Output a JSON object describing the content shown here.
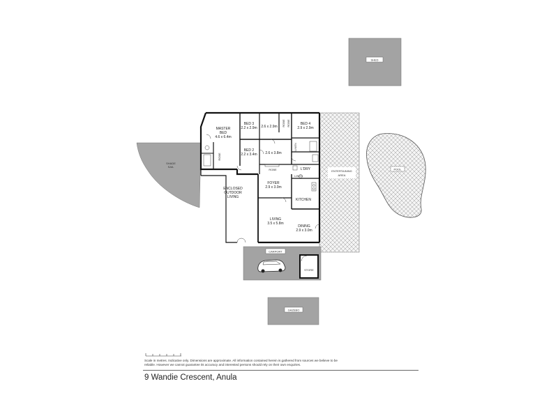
{
  "rooms": {
    "shed": "SHED",
    "pool": "POOL",
    "shade_sail": [
      "SHADE",
      "SAIL"
    ],
    "master_bed": [
      "MASTER",
      "BED",
      "4.6 x 6.4m"
    ],
    "bed3": [
      "BED 3",
      "2.2 x 2.9m"
    ],
    "bed3_b": "2.6 x 2.9m",
    "bed4": [
      "BED 4",
      "2.9 x 2.9m"
    ],
    "bed2": [
      "BED 2",
      "2.2 x 3.4m"
    ],
    "bed2_b": "2.6 x 3.8m",
    "enclosed": [
      "ENCLOSED",
      "OUTDOOR",
      "LIVING"
    ],
    "foyer": [
      "FOYER",
      "2.9 x 3.0m"
    ],
    "lndry": "L'DRY",
    "linen": "LINEN",
    "robe": "ROBE",
    "robe_v1": "ROBE",
    "robe_v2": "ROBE",
    "robe_master": "ROBE",
    "linen_v": "LINEN",
    "kitchen": "KITCHEN",
    "entertaining": [
      "ENTERTAINING",
      "AREA"
    ],
    "living": [
      "LIVING",
      "3.5 x 5.8m"
    ],
    "dining": [
      "DINING",
      "2.9 x 3.0m"
    ],
    "carport": "CARPORT",
    "store": "STORE",
    "gazebo": "GAZEBO"
  },
  "footer": {
    "disclaimer": "Scale in metres. Indicative only. Dimensions are approximate. All information contained herein is gathered from sources we believe to be reliable. However we cannot guarantee its accuracy and interested persons should rely on their own enquiries.",
    "address": "9 Wandie Crescent, Anula"
  },
  "colors": {
    "wall": "#111111",
    "hatch": "#888888",
    "shade": "#9a9a9a",
    "bg": "#ffffff"
  }
}
